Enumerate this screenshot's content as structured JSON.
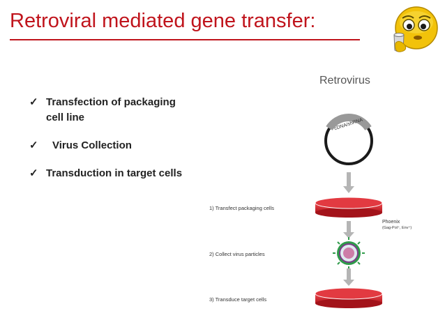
{
  "slide": {
    "title": "Retroviral mediated gene transfer:"
  },
  "bullets": [
    {
      "text": "Transfection of packaging cell line"
    },
    {
      "text": "Virus Collection"
    },
    {
      "text": "Transduction in target cells"
    }
  ],
  "diagram": {
    "title": "Retrovirus",
    "plasmid_label": "cDNA/shRNA",
    "steps": [
      {
        "label": "1) Transfect packaging cells"
      },
      {
        "label": "2) Collect virus particles"
      },
      {
        "label": "3) Transduce target cells"
      }
    ],
    "cell_line_name": "Phoenix",
    "cell_line_detail": "(Gag-Pol⁺, Env⁺)"
  },
  "colors": {
    "title": "#c0141c",
    "dish": "#d9282f",
    "arrow": "#b5b5b5"
  }
}
